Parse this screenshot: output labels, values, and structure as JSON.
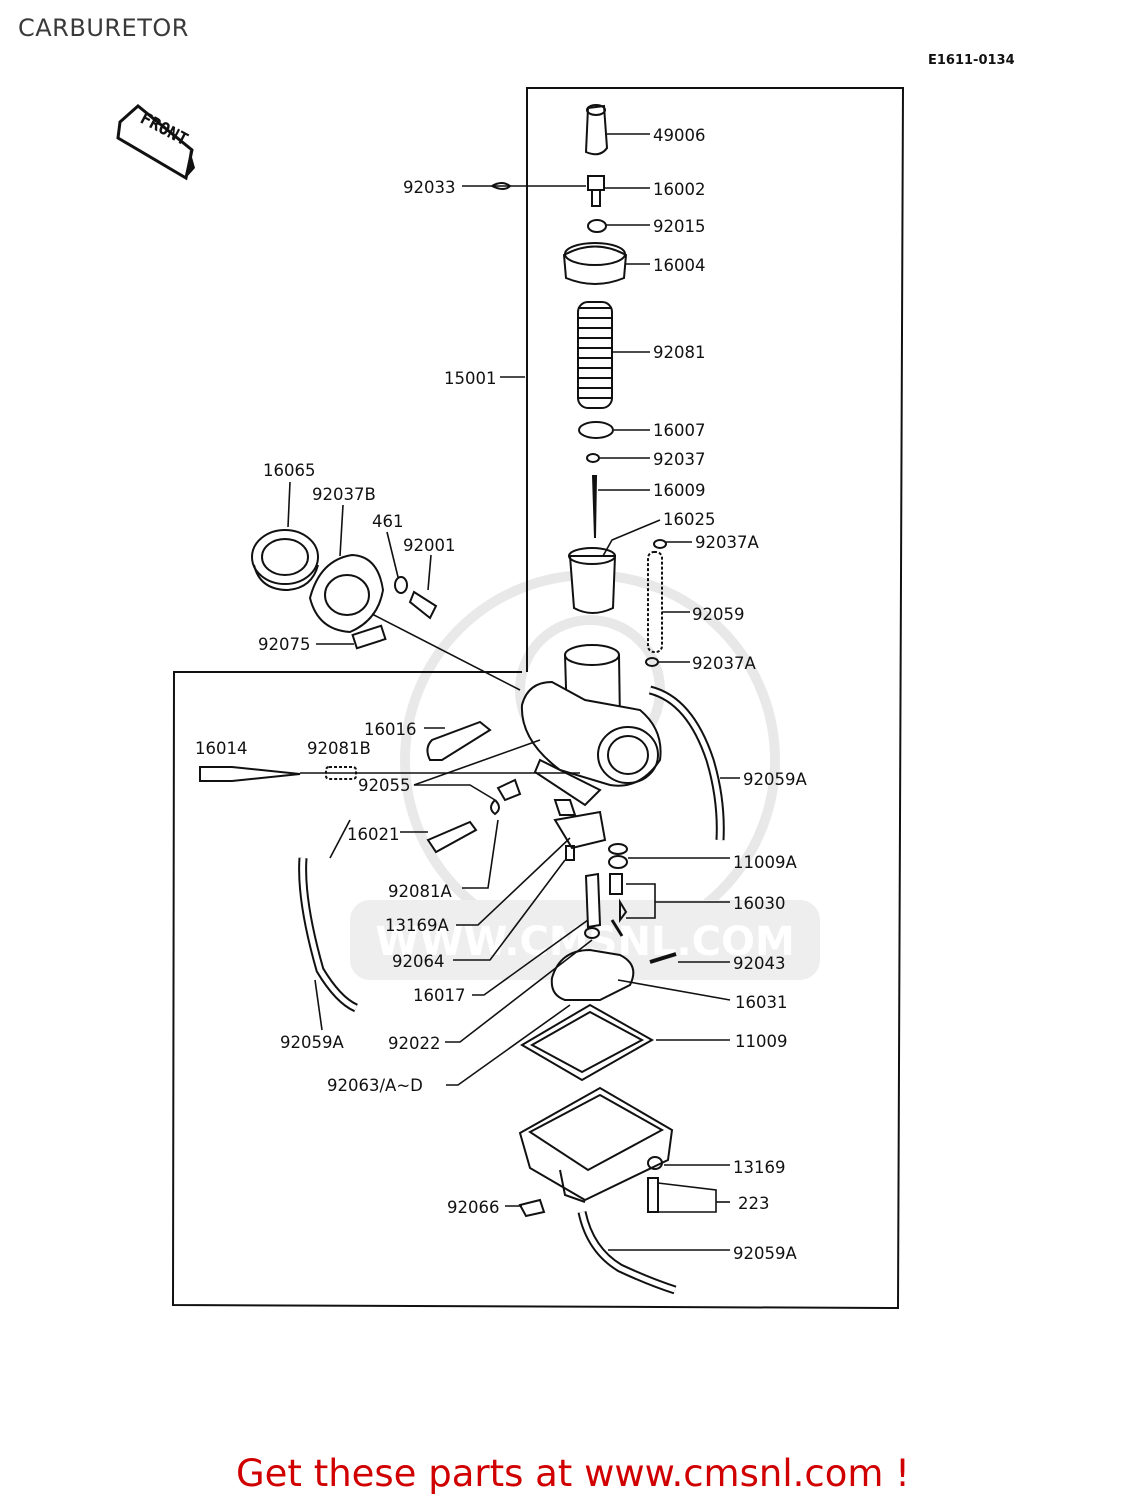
{
  "title": "CARBURETOR",
  "diagram_code": "E1611-0134",
  "front_label": "FRONT",
  "watermark": "WWW.CMSNL.COM",
  "footer": "Get these parts at www.cmsnl.com !",
  "parts": [
    {
      "id": "p49006",
      "label": "49006"
    },
    {
      "id": "p92033",
      "label": "92033"
    },
    {
      "id": "p16002",
      "label": "16002"
    },
    {
      "id": "p92015",
      "label": "92015"
    },
    {
      "id": "p16004",
      "label": "16004"
    },
    {
      "id": "p15001",
      "label": "15001"
    },
    {
      "id": "p92081",
      "label": "92081"
    },
    {
      "id": "p16007",
      "label": "16007"
    },
    {
      "id": "p92037",
      "label": "92037"
    },
    {
      "id": "p16009",
      "label": "16009"
    },
    {
      "id": "p16065",
      "label": "16065"
    },
    {
      "id": "p92037B",
      "label": "92037B"
    },
    {
      "id": "p461",
      "label": "461"
    },
    {
      "id": "p92001",
      "label": "92001"
    },
    {
      "id": "p16025",
      "label": "16025"
    },
    {
      "id": "p92037A1",
      "label": "92037A"
    },
    {
      "id": "p92059",
      "label": "92059"
    },
    {
      "id": "p92037A2",
      "label": "92037A"
    },
    {
      "id": "p92075",
      "label": "92075"
    },
    {
      "id": "p16016",
      "label": "16016"
    },
    {
      "id": "p16014",
      "label": "16014"
    },
    {
      "id": "p92081B",
      "label": "92081B"
    },
    {
      "id": "p92055",
      "label": "92055"
    },
    {
      "id": "p92059A1",
      "label": "92059A"
    },
    {
      "id": "p16021",
      "label": "16021"
    },
    {
      "id": "p11009A",
      "label": "11009A"
    },
    {
      "id": "p92081A",
      "label": "92081A"
    },
    {
      "id": "p16030",
      "label": "16030"
    },
    {
      "id": "p13169A",
      "label": "13169A"
    },
    {
      "id": "p92064",
      "label": "92064"
    },
    {
      "id": "p92043",
      "label": "92043"
    },
    {
      "id": "p16017",
      "label": "16017"
    },
    {
      "id": "p16031",
      "label": "16031"
    },
    {
      "id": "p92059A2",
      "label": "92059A"
    },
    {
      "id": "p92022",
      "label": "92022"
    },
    {
      "id": "p11009",
      "label": "11009"
    },
    {
      "id": "p92063",
      "label": "92063/A~D"
    },
    {
      "id": "p13169",
      "label": "13169"
    },
    {
      "id": "p223",
      "label": "223"
    },
    {
      "id": "p92066",
      "label": "92066"
    },
    {
      "id": "p92059A3",
      "label": "92059A"
    }
  ]
}
